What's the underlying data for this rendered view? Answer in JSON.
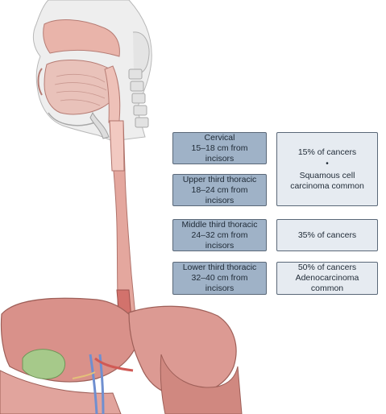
{
  "segments": [
    {
      "name": "Cervical",
      "range": "15–18 cm from incisors"
    },
    {
      "name": "Upper third thoracic",
      "range": "18–24 cm from incisors"
    },
    {
      "name": "Middle third thoracic",
      "range": "24–32 cm from incisors"
    },
    {
      "name": "Lower third thoracic",
      "range": "32–40 cm from incisors"
    }
  ],
  "notes": {
    "upper": {
      "line1": "15% of cancers",
      "bullet": "•",
      "line2": "Squamous cell carcinoma common"
    },
    "middle": {
      "line1": "35% of cancers"
    },
    "lower": {
      "line1": "50% of cancers",
      "line2": "Adenocarcinoma common"
    }
  },
  "colors": {
    "segment_box": "#9fb2c7",
    "note_box": "#e6ebf1",
    "esophagus": "#e4a79e",
    "skin": "#eeeeee",
    "oral_cavity": "#e9b4aa",
    "stomach_liver": "#d9918a",
    "gallbladder": "#a6c98a",
    "vessels_blue": "#6f8fd0"
  }
}
